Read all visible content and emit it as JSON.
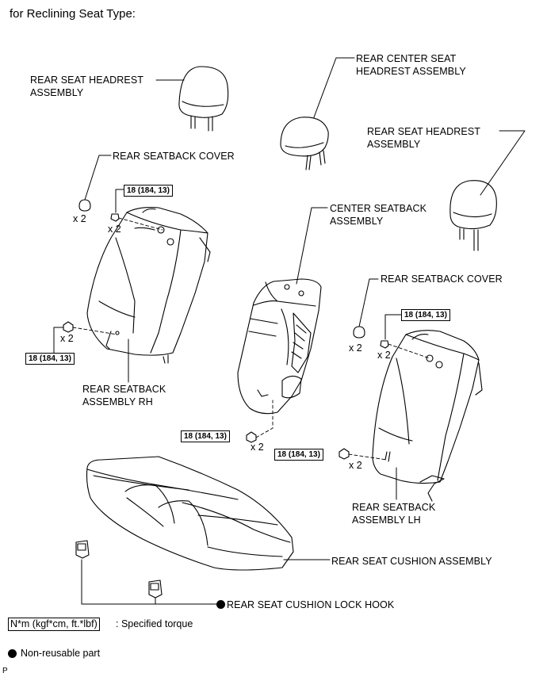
{
  "title": "for Reclining Seat Type:",
  "labels": {
    "headrest_left": "REAR SEAT HEADREST\nASSEMBLY",
    "headrest_center": "REAR CENTER SEAT\nHEADREST ASSEMBLY",
    "headrest_right": "REAR SEAT HEADREST\nASSEMBLY",
    "cover_left": "REAR SEATBACK COVER",
    "cover_right": "REAR SEATBACK COVER",
    "center_seatback": "CENTER SEATBACK\nASSEMBLY",
    "seatback_rh": "REAR SEATBACK\nASSEMBLY RH",
    "seatback_lh": "REAR SEATBACK\nASSEMBLY LH",
    "cushion": "REAR SEAT CUSHION ASSEMBLY",
    "lock_hook": "REAR SEAT CUSHION LOCK HOOK"
  },
  "counts": {
    "cover_left": "x 2",
    "bolt_left_top": "x 2",
    "bolt_left_bottom": "x 2",
    "bolt_center": "x 2",
    "cover_right": "x 2",
    "bolt_right_top": "x 2",
    "bolt_right_bottom": "x 2"
  },
  "torques": {
    "left_top": "18 (184, 13)",
    "left_bottom": "18 (184, 13)",
    "center": "18 (184, 13)",
    "right_top": "18 (184, 13)",
    "right_bottom": "18 (184, 13)"
  },
  "legend": {
    "unit": "N*m (kgf*cm, ft.*lbf)",
    "specified_torque": ": Specified torque",
    "non_reusable": "Non-reusable part"
  },
  "corner_mark": "P"
}
